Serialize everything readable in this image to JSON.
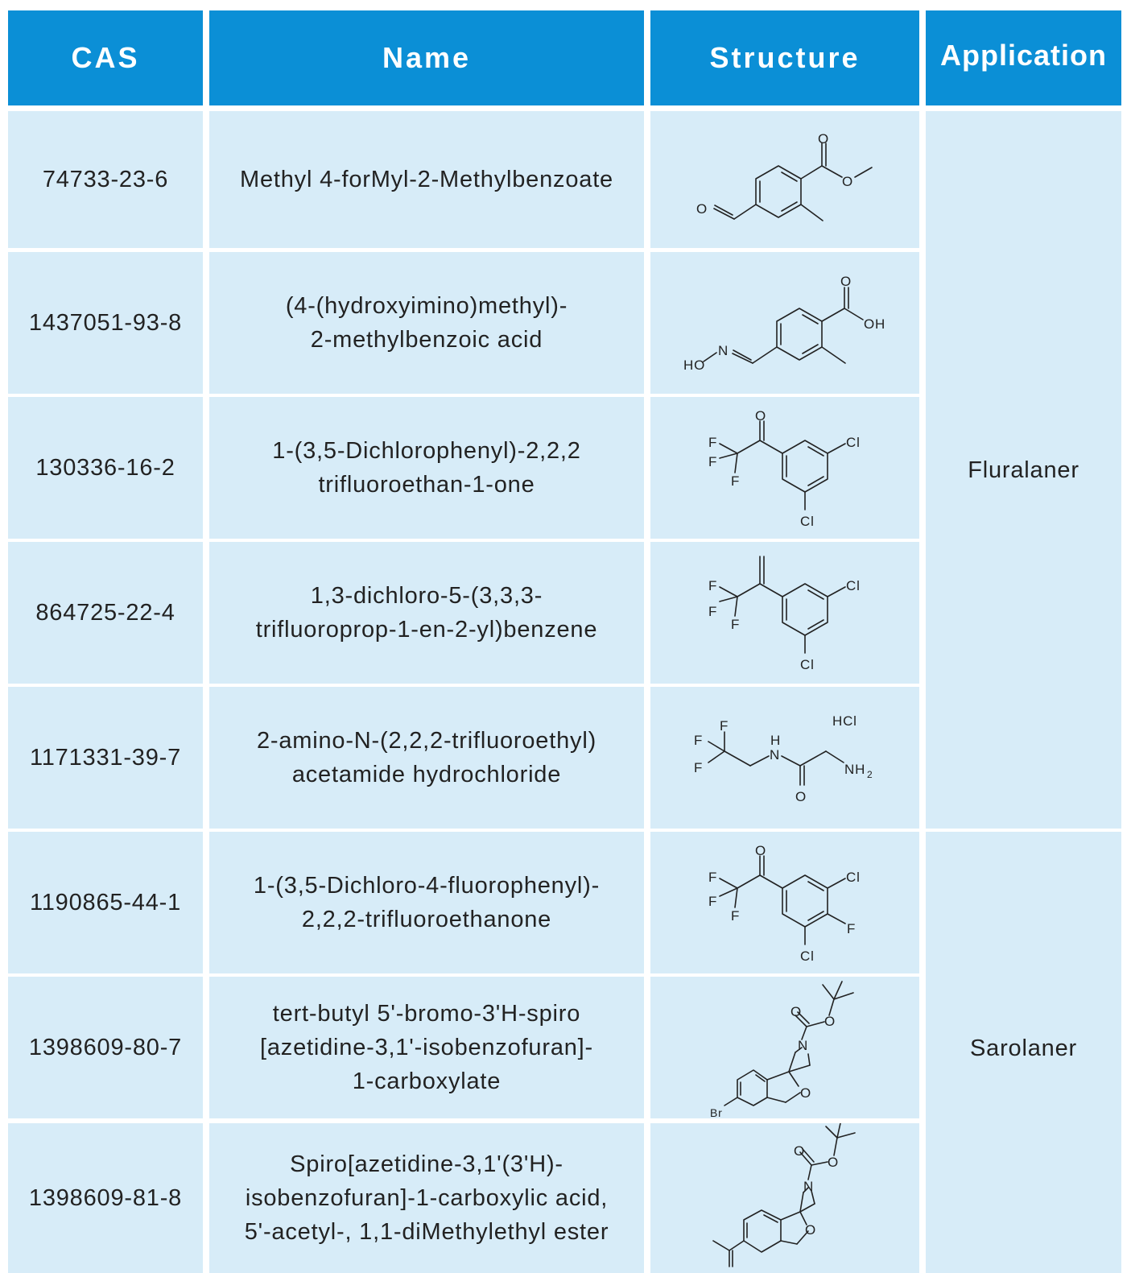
{
  "headers": {
    "cas": "CAS",
    "name": "Name",
    "structure": "Structure",
    "application": "Application"
  },
  "rows": [
    {
      "cas": "74733-23-6",
      "name": "Methyl 4-forMyl-2-Methylbenzoate",
      "structure_icon": "methyl-4-formyl-2-methylbenzoate-structure"
    },
    {
      "cas": "1437051-93-8",
      "name": "(4-(hydroxyimino)methyl)-\n2-methylbenzoic acid",
      "structure_icon": "hydroxyimino-methylbenzoic-acid-structure"
    },
    {
      "cas": "130336-16-2",
      "name": "1-(3,5-Dichlorophenyl)-2,2,2\ntrifluoroethan-1-one",
      "structure_icon": "dichlorophenyl-trifluoroethanone-structure"
    },
    {
      "cas": "864725-22-4",
      "name": "1,3-dichloro-5-(3,3,3-\ntrifluoroprop-1-en-2-yl)benzene",
      "structure_icon": "dichloro-trifluoropropenyl-benzene-structure"
    },
    {
      "cas": "1171331-39-7",
      "name": "2-amino-N-(2,2,2-trifluoroethyl)\nacetamide hydrochloride",
      "structure_icon": "amino-trifluoroethyl-acetamide-hcl-structure"
    },
    {
      "cas": "1190865-44-1",
      "name": "1-(3,5-Dichloro-4-fluorophenyl)-\n2,2,2-trifluoroethanone",
      "structure_icon": "dichloro-fluorophenyl-trifluoroethanone-structure"
    },
    {
      "cas": "1398609-80-7",
      "name": "tert-butyl 5'-bromo-3'H-spiro\n[azetidine-3,1'-isobenzofuran]-\n1-carboxylate",
      "structure_icon": "bromo-spiro-azetidine-isobenzofuran-structure"
    },
    {
      "cas": "1398609-81-8",
      "name": "Spiro[azetidine-3,1'(3'H)-\nisobenzofuran]-1-carboxylic acid,\n5'-acetyl-, 1,1-diMethylethyl ester",
      "structure_icon": "acetyl-spiro-azetidine-isobenzofuran-structure"
    }
  ],
  "applications": [
    {
      "label": "Fluralaner",
      "rows": "1-5"
    },
    {
      "label": "Sarolaner",
      "rows": "6-8"
    }
  ],
  "atom_labels": {
    "O": "O",
    "OH": "OH",
    "HO": "HO",
    "N": "N",
    "H": "H",
    "F": "F",
    "Cl": "Cl",
    "Br": "Br",
    "HCl": "HCl",
    "NH": "NH",
    "sub2": "2"
  },
  "colors": {
    "header_bg": "#0b8fd6",
    "cell_bg": "#d7ecf8",
    "grid": "#ffffff"
  }
}
